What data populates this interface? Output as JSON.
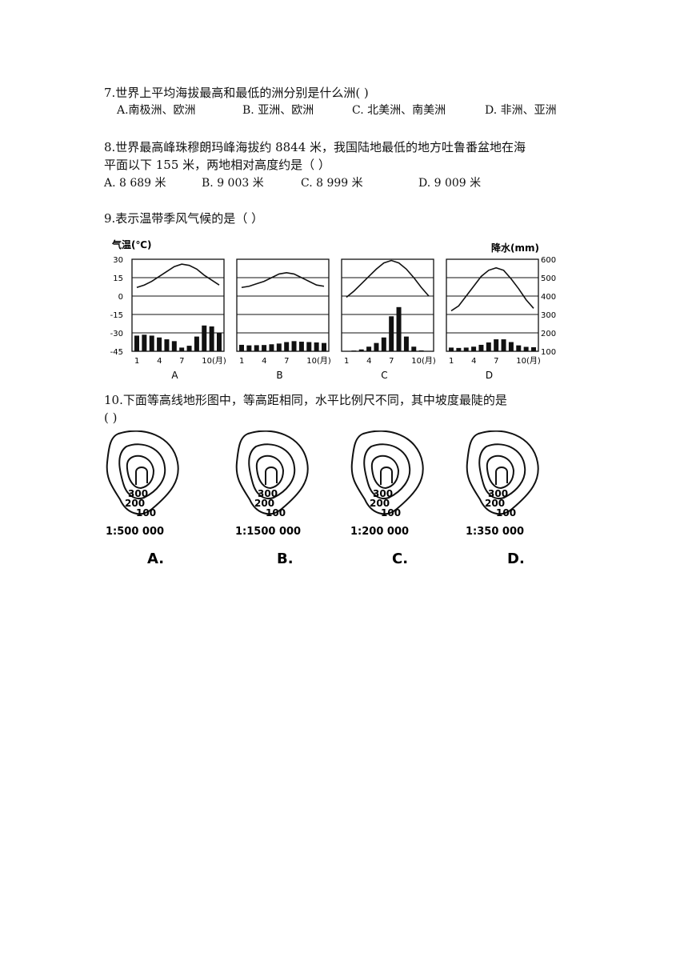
{
  "q7": {
    "stem": "7.世界上平均海拔最高和最低的洲分别是什么洲(    )",
    "options": [
      "A.南极洲、欧洲",
      "B. 亚洲、欧洲",
      "C. 北美洲、南美洲",
      "D. 非洲、亚洲"
    ]
  },
  "q8": {
    "stem_line1": "8.世界最高峰珠穆朗玛峰海拔约 8844 米，我国陆地最低的地方吐鲁番盆地在海",
    "stem_line2": "平面以下 155 米，两地相对高度约是（    ）",
    "options": [
      "A. 8 689 米",
      "B. 9 003 米",
      "C. 8 999 米",
      "D. 9 009 米"
    ]
  },
  "q9": {
    "stem": "9.表示温带季风气候的是（      ）",
    "temp_axis_title": "气温(℃)",
    "precip_axis_title": "降水(mm)",
    "temp_ticks": [
      "30",
      "15",
      "0",
      "-15",
      "-30",
      "-45"
    ],
    "precip_ticks": [
      "600",
      "500",
      "400",
      "300",
      "200",
      "100"
    ],
    "month_ticks": [
      "1",
      "4",
      "7",
      "10(月)"
    ]
  },
  "q10": {
    "stem_line1": "10.下面等高线地形图中，等高距相同，水平比例尺不同，其中坡度最陡的是",
    "stem_line2": "(      )",
    "contour_labels": [
      "300",
      "200",
      "100"
    ],
    "maps": [
      {
        "scale": "1:500 000",
        "letter": "A."
      },
      {
        "scale": "1:1500 000",
        "letter": "B."
      },
      {
        "scale": "1:200 000",
        "letter": "C."
      },
      {
        "scale": "1:350 000",
        "letter": "D."
      }
    ]
  },
  "chart_data": {
    "type": "line+bar",
    "panels": [
      "A",
      "B",
      "C",
      "D"
    ],
    "x": [
      1,
      2,
      3,
      4,
      5,
      6,
      7,
      8,
      9,
      10,
      11,
      12
    ],
    "temp_ylim": [
      -45,
      30
    ],
    "precip_ylim": [
      100,
      600
    ],
    "series": [
      {
        "panel": "A",
        "temperature": [
          7,
          9,
          12,
          16,
          20,
          24,
          26,
          25,
          22,
          17,
          13,
          9
        ],
        "precipitation": [
          185,
          190,
          185,
          175,
          165,
          155,
          120,
          130,
          180,
          240,
          235,
          200
        ]
      },
      {
        "panel": "B",
        "temperature": [
          7,
          8,
          10,
          12,
          15,
          18,
          19,
          18,
          15,
          12,
          9,
          8
        ],
        "precipitation": [
          135,
          132,
          133,
          134,
          138,
          142,
          150,
          155,
          152,
          150,
          148,
          145
        ]
      },
      {
        "panel": "C",
        "temperature": [
          -1,
          4,
          10,
          16,
          22,
          27,
          29,
          27,
          22,
          15,
          7,
          0
        ],
        "precipitation": [
          102,
          104,
          110,
          125,
          145,
          175,
          290,
          340,
          180,
          125,
          105,
          102
        ]
      },
      {
        "panel": "D",
        "temperature": [
          -12,
          -8,
          0,
          8,
          16,
          21,
          23,
          21,
          14,
          6,
          -3,
          -10
        ],
        "precipitation": [
          120,
          118,
          120,
          125,
          135,
          148,
          165,
          165,
          150,
          132,
          124,
          122
        ]
      }
    ]
  }
}
